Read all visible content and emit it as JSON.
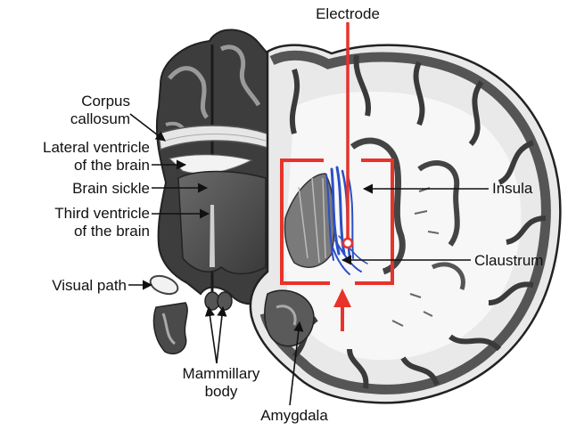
{
  "labels": {
    "electrode": "Electrode",
    "corpus_callosum": [
      "Corpus",
      "callosum"
    ],
    "lateral_ventricle": [
      "Lateral ventricle",
      "of the brain"
    ],
    "brain_sickle": "Brain sickle",
    "third_ventricle": [
      "Third ventricle",
      "of the brain"
    ],
    "visual_path": "Visual path",
    "mammillary_body": [
      "Mammillary",
      "body"
    ],
    "amygdala": "Amygdala",
    "insula": "Insula",
    "claustrum": "Claustrum"
  },
  "colors": {
    "electrode": "#e8332a",
    "claustrum": "#2c4fc4",
    "tissue_dark": "#333333",
    "tissue_light": "#8a8a8a",
    "background": "#ffffff"
  }
}
